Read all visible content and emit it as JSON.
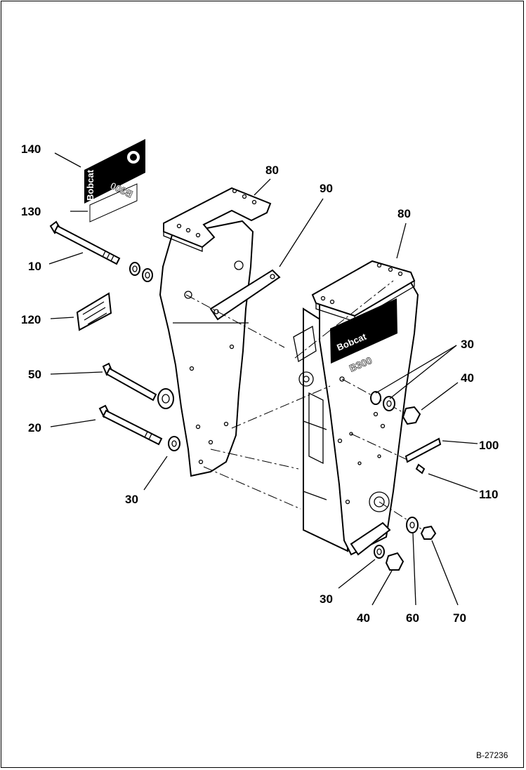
{
  "diagram": {
    "callouts": {
      "c140": "140",
      "c130": "130",
      "c10": "10",
      "c120": "120",
      "c50": "50",
      "c20": "20",
      "c30_left": "30",
      "c80_left": "80",
      "c90": "90",
      "c80_right": "80",
      "c30_upper": "30",
      "c40_upper": "40",
      "c100": "100",
      "c110": "110",
      "c30_lower": "30",
      "c40_lower": "40",
      "c60": "60",
      "c70": "70"
    },
    "decal_brand": "Bobcat",
    "decal_model": "B300",
    "reference_number": "B-27236"
  }
}
